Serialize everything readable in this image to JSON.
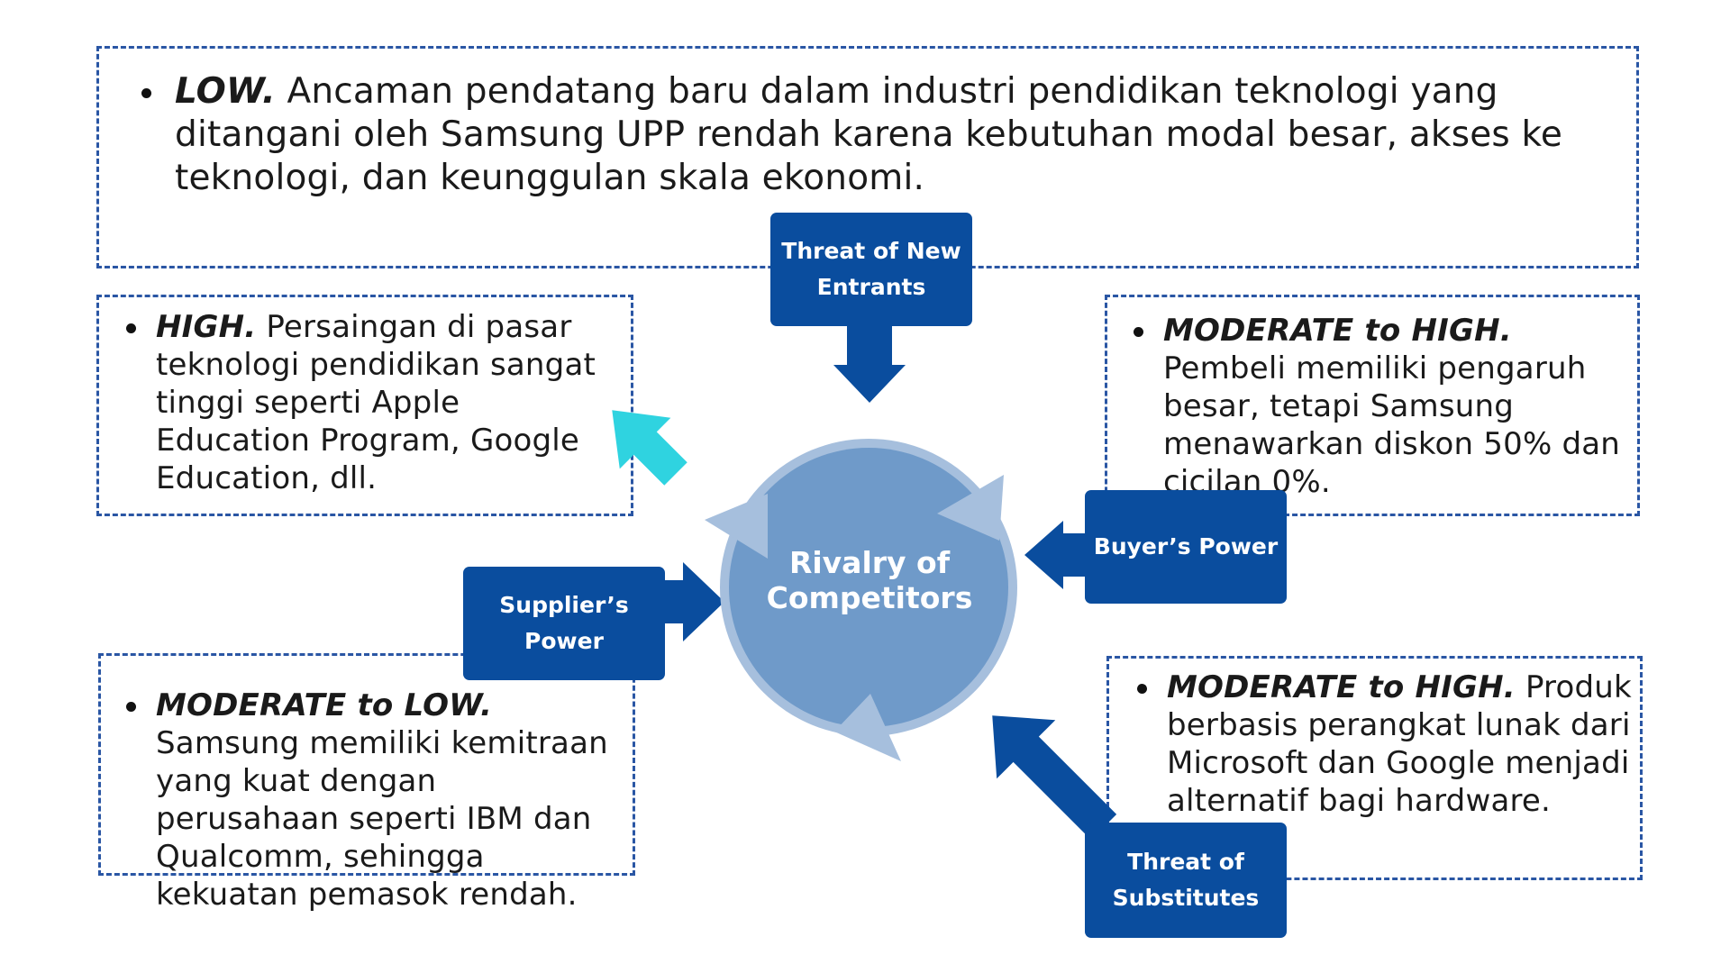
{
  "colors": {
    "box_border": "#2a56a4",
    "tag_fill": "#0a4d9e",
    "circle_fill": "#6f9ac9",
    "circle_ring": "#a6bfdd",
    "highlight_arrow": "#2fd3e0"
  },
  "center": {
    "line1": "Rivalry of",
    "line2": "Competitors"
  },
  "forces": {
    "new_entrants": {
      "tag_line1": "Threat of New",
      "tag_line2": "Entrants",
      "rating": "LOW.",
      "text": "Ancaman pendatang baru dalam industri pendidikan teknologi yang ditangani oleh Samsung UPP rendah karena kebutuhan modal besar, akses ke teknologi, dan keunggulan skala ekonomi."
    },
    "rivalry": {
      "rating": "HIGH.",
      "text": "Persaingan di pasar teknologi pendidikan sangat tinggi seperti Apple Education Program, Google Education, dll."
    },
    "buyers": {
      "tag_line1": "Buyer’s Power",
      "rating": "MODERATE to HIGH.",
      "text": "Pembeli memiliki pengaruh besar, tetapi Samsung menawarkan diskon 50% dan cicilan 0%."
    },
    "suppliers": {
      "tag_line1": "Supplier’s",
      "tag_line2": "Power",
      "rating": "MODERATE to LOW.",
      "text": "Samsung memiliki kemitraan yang kuat dengan perusahaan seperti IBM dan Qualcomm, sehingga kekuatan pemasok rendah."
    },
    "substitutes": {
      "tag_line1": "Threat of",
      "tag_line2": "Substitutes",
      "rating": "MODERATE to HIGH.",
      "text": "Produk berbasis perangkat lunak dari Microsoft dan Google menjadi alternatif bagi hardware."
    }
  }
}
